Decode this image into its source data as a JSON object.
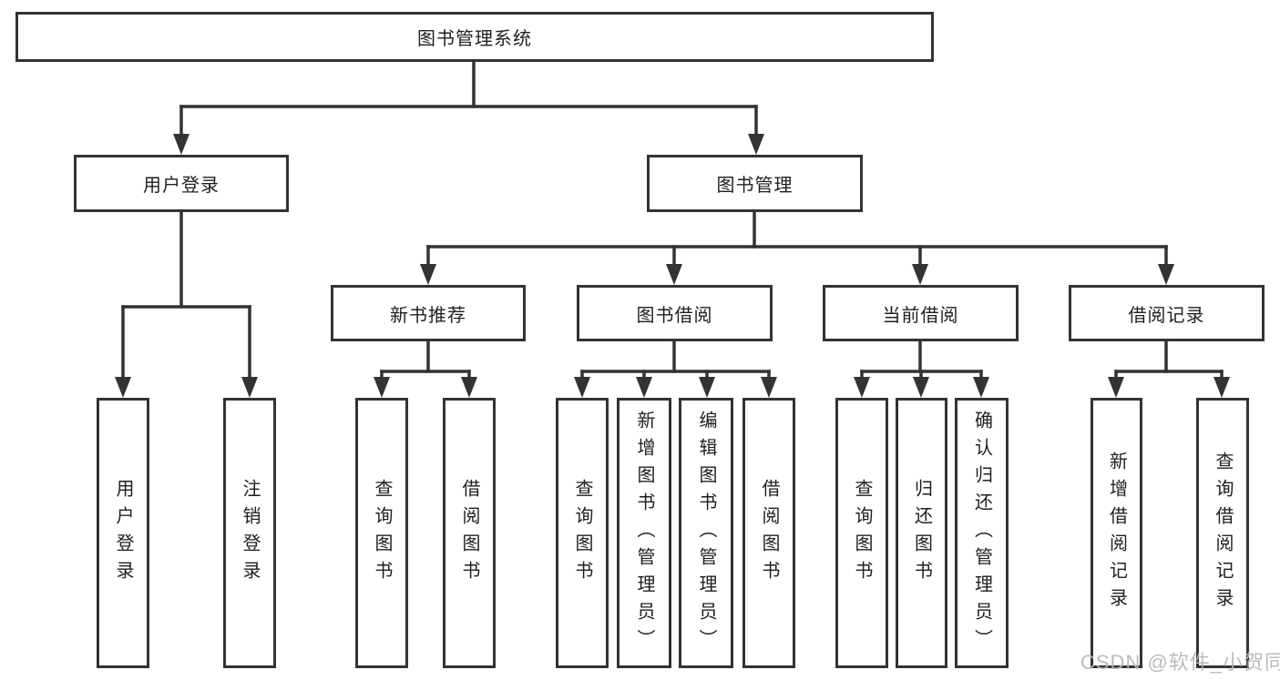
{
  "tree": {
    "root": "图书管理系统",
    "branches": [
      {
        "label": "用户登录",
        "children": [
          "用户登录",
          "注销登录"
        ]
      },
      {
        "label": "图书管理",
        "groups": [
          {
            "label": "新书推荐",
            "children": [
              "查询图书",
              "借阅图书"
            ]
          },
          {
            "label": "图书借阅",
            "children": [
              "查询图书",
              "新增图书（管理员）",
              "编辑图书（管理员）",
              "借阅图书"
            ]
          },
          {
            "label": "当前借阅",
            "children": [
              "查询图书",
              "归还图书",
              "确认归还（管理员）"
            ]
          },
          {
            "label": "借阅记录",
            "children": [
              "新增借阅记录",
              "查询借阅记录"
            ]
          }
        ]
      }
    ]
  },
  "watermark": "CSDN @软件_小贺同学",
  "colors": {
    "line": "#333333",
    "text": "#1f1f1f",
    "watermark": "#b6b6b6",
    "background": "#ffffff"
  }
}
